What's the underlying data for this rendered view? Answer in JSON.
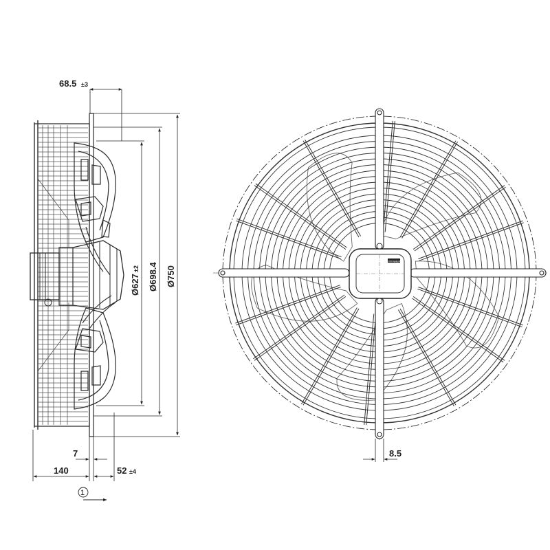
{
  "dimensions": {
    "offset_top": "68.5",
    "offset_top_tol": "±3",
    "dia_inner": "Ø627",
    "dia_inner_tol": "±2",
    "dia_mid": "Ø698.4",
    "dia_outer": "Ø750",
    "flange_gap": "7",
    "depth_total": "140",
    "depth_front": "52",
    "depth_front_tol": "±4",
    "slot_width": "8.5"
  },
  "callouts": {
    "airflow_marker": "1"
  },
  "labels": {
    "label_plate_text": "ebmpapst"
  },
  "views": [
    "side-view",
    "front-view"
  ]
}
